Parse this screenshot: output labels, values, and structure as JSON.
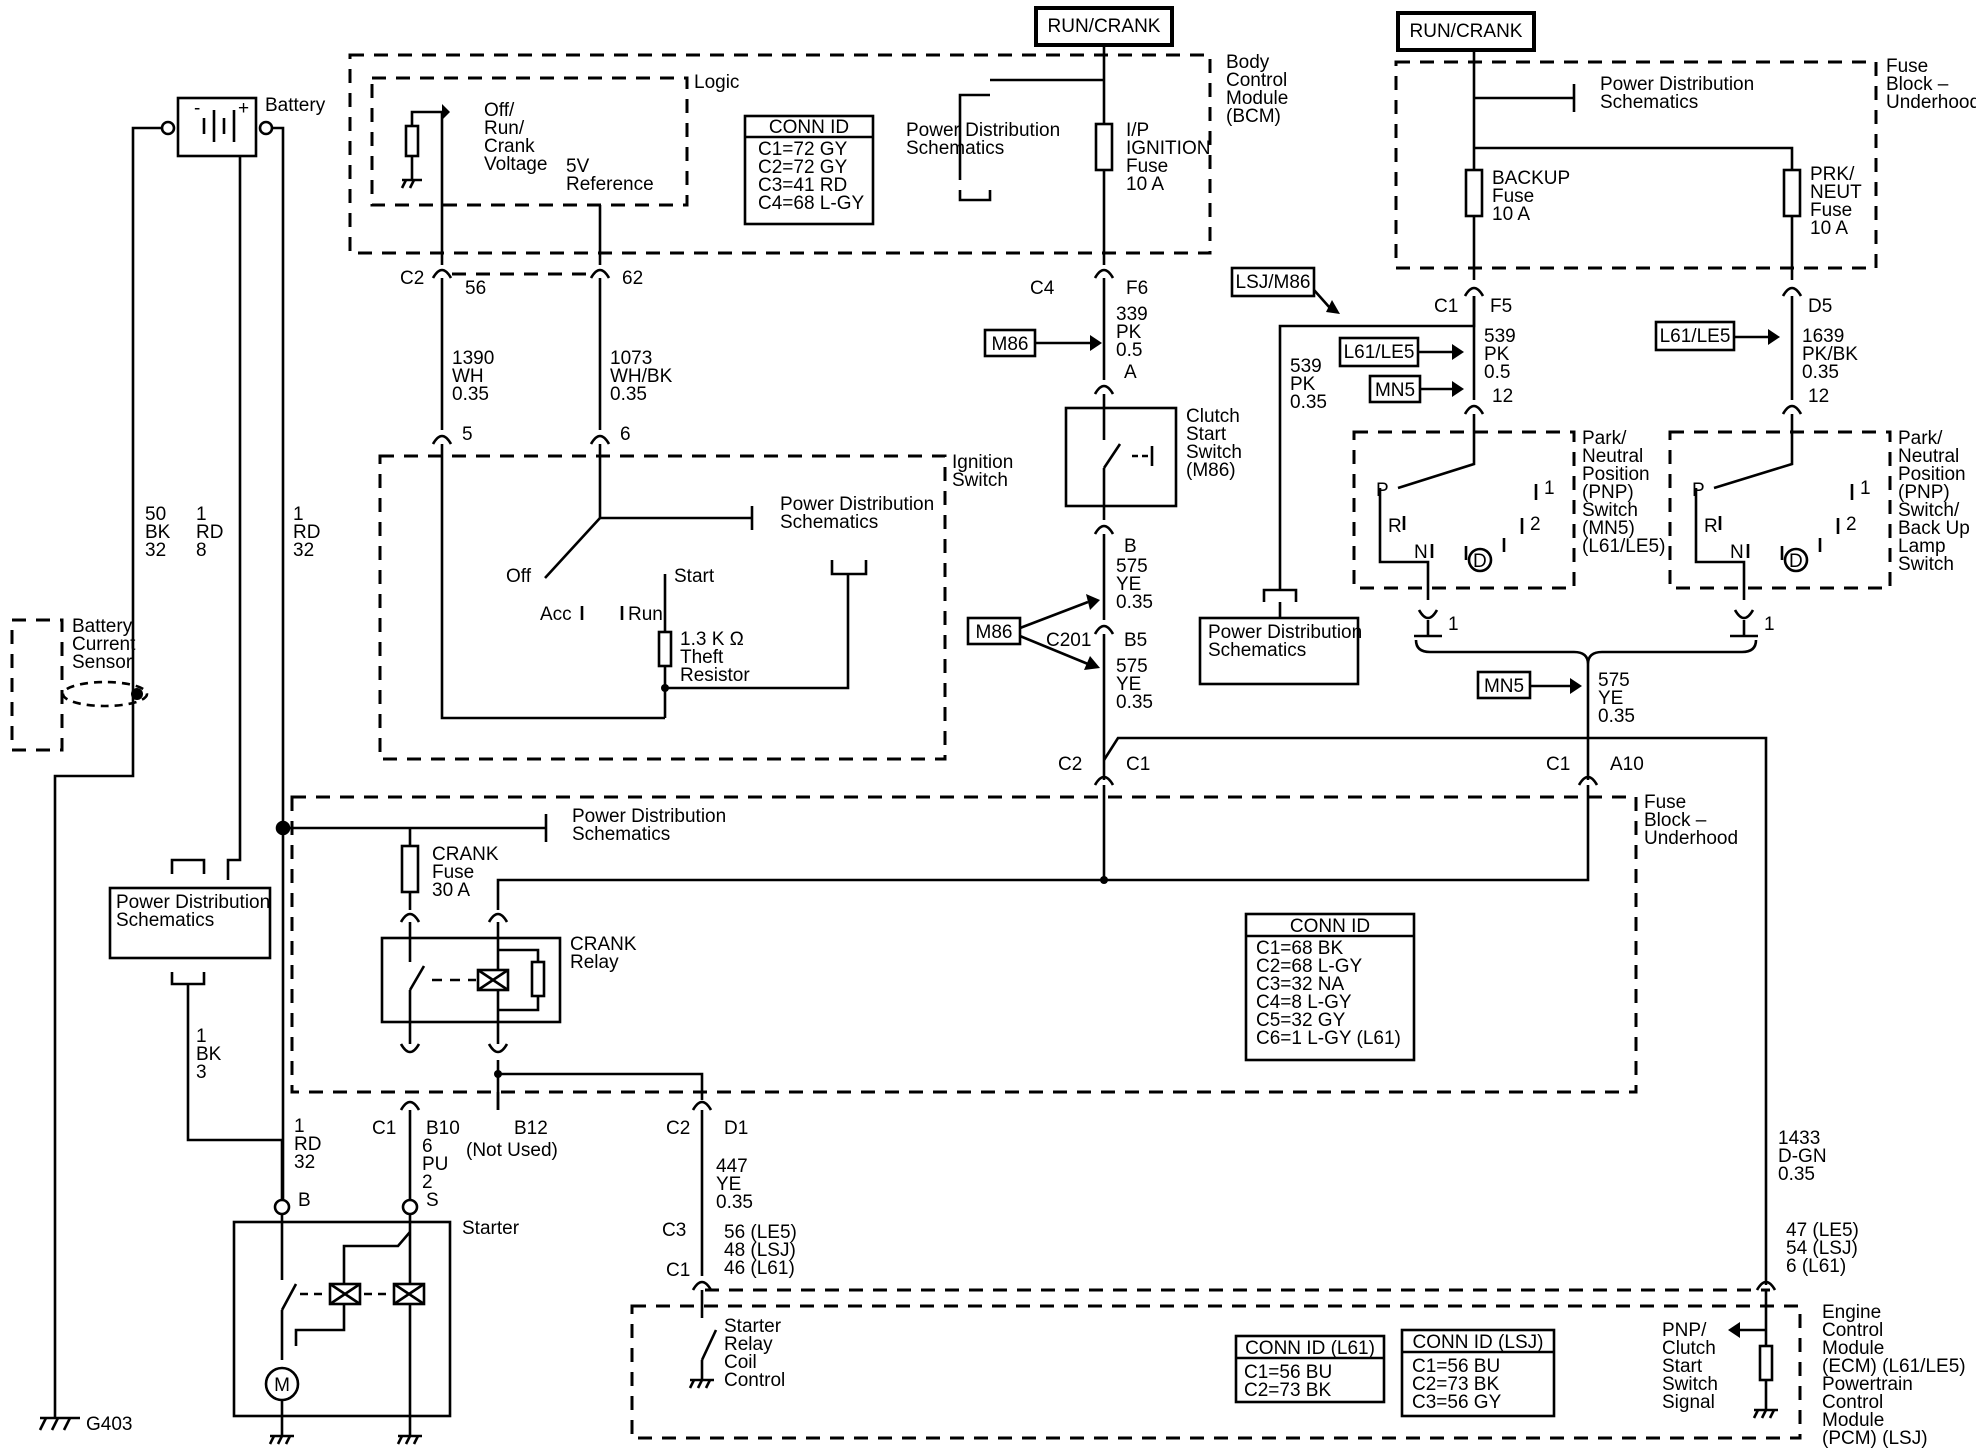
{
  "top_labels": {
    "run_crank_left": "RUN/CRANK",
    "run_crank_right": "RUN/CRANK"
  },
  "battery": {
    "label": "Battery",
    "minus": "-",
    "plus": "+",
    "wire_left": [
      "50",
      "BK",
      "32"
    ],
    "wire_mid": [
      "1",
      "RD",
      "8"
    ],
    "wire_right": [
      "1",
      "RD",
      "32"
    ],
    "sensor": [
      "Battery",
      "Current",
      "Sensor"
    ],
    "ground": "G403"
  },
  "bcm": {
    "title": [
      "Body",
      "Control",
      "Module",
      "(BCM)"
    ],
    "logic": "Logic",
    "off_run_crank": [
      "Off/",
      "Run/",
      "Crank",
      "Voltage"
    ],
    "ref": [
      "5V",
      "Reference"
    ],
    "conn_id_title": "CONN ID",
    "conn_ids": [
      "C1=72 GY",
      "C2=72 GY",
      "C3=41 RD",
      "C4=68 L-GY"
    ],
    "pds": [
      "Power Distribution",
      "Schematics"
    ],
    "fuse": [
      "I/P",
      "IGNITION",
      "Fuse",
      "10 A"
    ],
    "c2": "C2",
    "pin56": "56",
    "pin62": "62",
    "c4": "C4",
    "f6": "F6"
  },
  "wires": {
    "w1390": [
      "1390",
      "WH",
      "0.35"
    ],
    "w1073": [
      "1073",
      "WH/BK",
      "0.35"
    ],
    "w339": [
      "339",
      "PK",
      "0.5"
    ],
    "w575a": [
      "575",
      "YE",
      "0.35"
    ],
    "w575b": [
      "575",
      "YE",
      "0.35"
    ],
    "w539a": [
      "539",
      "PK",
      "0.35"
    ],
    "w539b": [
      "539",
      "PK",
      "0.5"
    ],
    "w1639": [
      "1639",
      "PK/BK",
      "0.35"
    ],
    "w575c": [
      "575",
      "YE",
      "0.35"
    ],
    "w1rd32": [
      "1",
      "RD",
      "32"
    ],
    "w1bk3": [
      "1",
      "BK",
      "3"
    ],
    "w6pu2": [
      "6",
      "PU",
      "2"
    ],
    "w447": [
      "447",
      "YE",
      "0.35"
    ],
    "w1433": [
      "1433",
      "D-GN",
      "0.35"
    ]
  },
  "ignition_switch": {
    "title": [
      "Ignition",
      "Switch"
    ],
    "pin5": "5",
    "pin6": "6",
    "pds": [
      "Power Distribution",
      "Schematics"
    ],
    "off": "Off",
    "acc": "Acc",
    "run": "Run",
    "start": "Start",
    "resistor": [
      "1.3 K Ω",
      "Theft",
      "Resistor"
    ]
  },
  "clutch": {
    "option_a": "M86",
    "pin_a": "A",
    "pin_b": "B",
    "title": [
      "Clutch",
      "Start",
      "Switch",
      "(M86)"
    ],
    "option_b": "M86",
    "c201": "C201",
    "b5": "B5",
    "c2": "C2",
    "c1": "C1"
  },
  "fuse_block_top": {
    "title": [
      "Fuse",
      "Block –",
      "Underhood"
    ],
    "pds": [
      "Power Distribution",
      "Schematics"
    ],
    "backup": [
      "BACKUP",
      "Fuse",
      "10 A"
    ],
    "prk": [
      "PRK/",
      "NEUT",
      "Fuse",
      "10 A"
    ],
    "c1": "C1",
    "f5": "F5",
    "d5": "D5"
  },
  "options": {
    "lsj_m86": "LSJ/M86",
    "l61_le5_a": "L61/LE5",
    "mn5_a": "MN5",
    "l61_le5_b": "L61/LE5",
    "mn5_b": "MN5"
  },
  "pnp": {
    "pin12a": "12",
    "pin12b": "12",
    "left_title": [
      "Park/",
      "Neutral",
      "Position",
      "(PNP)",
      "Switch",
      "(MN5)",
      "(L61/LE5)"
    ],
    "right_title": [
      "Park/",
      "Neutral",
      "Position",
      "(PNP)",
      "Switch/",
      "Back Up",
      "Lamp",
      "Switch"
    ],
    "p": "P",
    "r": "R",
    "n": "N",
    "d": "D",
    "one": "1",
    "two": "2",
    "pin1": "1",
    "pds": [
      "Power Distribution",
      "Schematics"
    ]
  },
  "fuse_block_bottom": {
    "title": [
      "Fuse",
      "Block –",
      "Underhood"
    ],
    "c1": "C1",
    "a10": "A10",
    "pds": [
      "Power Distribution",
      "Schematics"
    ],
    "crank_fuse": [
      "CRANK",
      "Fuse",
      "30 A"
    ],
    "crank_relay": [
      "CRANK",
      "Relay"
    ],
    "conn_id_title": "CONN ID",
    "conn_ids": [
      "C1=68 BK",
      "C2=68 L-GY",
      "C3=32 NA",
      "C4=8 L-GY",
      "C5=32 GY",
      "C6=1 L-GY (L61)"
    ],
    "c1b": "C1",
    "b10": "B10",
    "b12": "B12",
    "not_used": "(Not Used)",
    "c2": "C2",
    "d1": "D1"
  },
  "starter": {
    "title": "Starter",
    "b": "B",
    "s": "S",
    "motor": "M",
    "pds": [
      "Power Distribution",
      "Schematics"
    ]
  },
  "ecm": {
    "c3": "C3",
    "c1": "C1",
    "pins_left": [
      "56 (LE5)",
      "48 (LSJ)",
      "46 (L61)"
    ],
    "pins_right": [
      "47 (LE5)",
      "54 (LSJ)",
      "6 (L61)"
    ],
    "relay_ctrl": [
      "Starter",
      "Relay",
      "Coil",
      "Control"
    ],
    "conn_l61_title": "CONN ID (L61)",
    "conn_l61": [
      "C1=56 BU",
      "C2=73 BK"
    ],
    "conn_lsj_title": "CONN ID (LSJ)",
    "conn_lsj": [
      "C1=56 BU",
      "C2=73 BK",
      "C3=56 GY"
    ],
    "pnp_signal": [
      "PNP/",
      "Clutch",
      "Start",
      "Switch",
      "Signal"
    ],
    "title": [
      "Engine",
      "Control",
      "Module",
      "(ECM) (L61/LE5)",
      "Powertrain",
      "Control",
      "Module",
      "(PCM) (LSJ)"
    ]
  }
}
